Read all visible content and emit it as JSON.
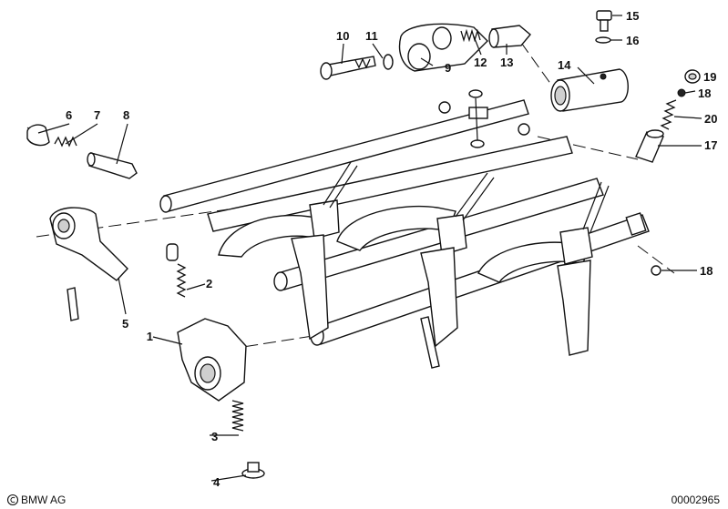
{
  "diagram": {
    "part_labels": [
      "1",
      "2",
      "3",
      "4",
      "5",
      "6",
      "7",
      "8",
      "9",
      "10",
      "11",
      "12",
      "13",
      "14",
      "15",
      "16",
      "17",
      "18",
      "18",
      "19",
      "20"
    ],
    "footer": {
      "brand": "BMW AG",
      "drawing_number": "00002965"
    }
  }
}
